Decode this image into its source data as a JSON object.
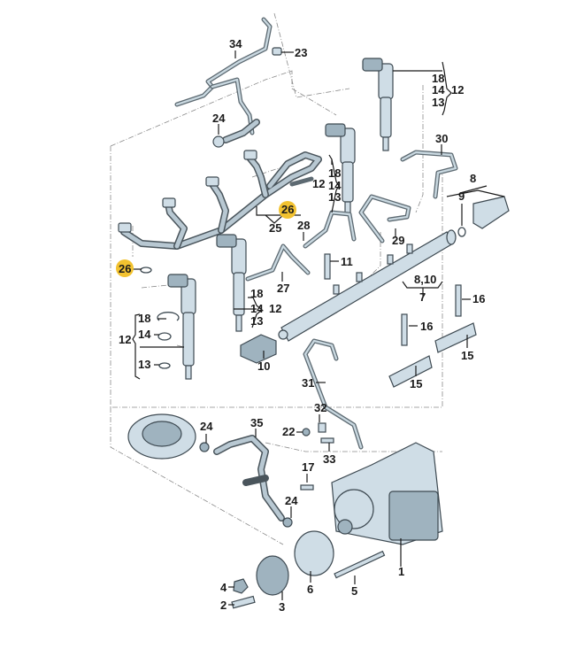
{
  "diagram": {
    "highlight_color": "#f2c230",
    "callouts": {
      "p34": "34",
      "p23": "23",
      "p24_top": "24",
      "p30": "30",
      "p18_tr": "18",
      "p14_tr": "14",
      "p13_tr": "13",
      "p12_tr": "12",
      "p18_mid": "18",
      "p14_mid": "14",
      "p13_mid": "13",
      "p12_mid": "12",
      "p26_harness": "26",
      "p25": "25",
      "p28": "28",
      "p29": "29",
      "p8": "8",
      "p9": "9",
      "p11": "11",
      "p27": "27",
      "p26_left": "26",
      "p18_cl": "18",
      "p14_cl": "14",
      "p13_cl": "13",
      "p12_cl": "12",
      "p18_left": "18",
      "p14_left": "14",
      "p13_left": "13",
      "p12_left": "12",
      "p8_10": "8,10",
      "p7": "7",
      "p16_a": "16",
      "p16_b": "16",
      "p10": "10",
      "p15_a": "15",
      "p15_b": "15",
      "p31": "31",
      "p32": "32",
      "p22": "22",
      "p33": "33",
      "p24_flange": "24",
      "p35": "35",
      "p17": "17",
      "p24_low": "24",
      "p1": "1",
      "p5": "5",
      "p6": "6",
      "p4": "4",
      "p2": "2",
      "p3": "3"
    }
  }
}
